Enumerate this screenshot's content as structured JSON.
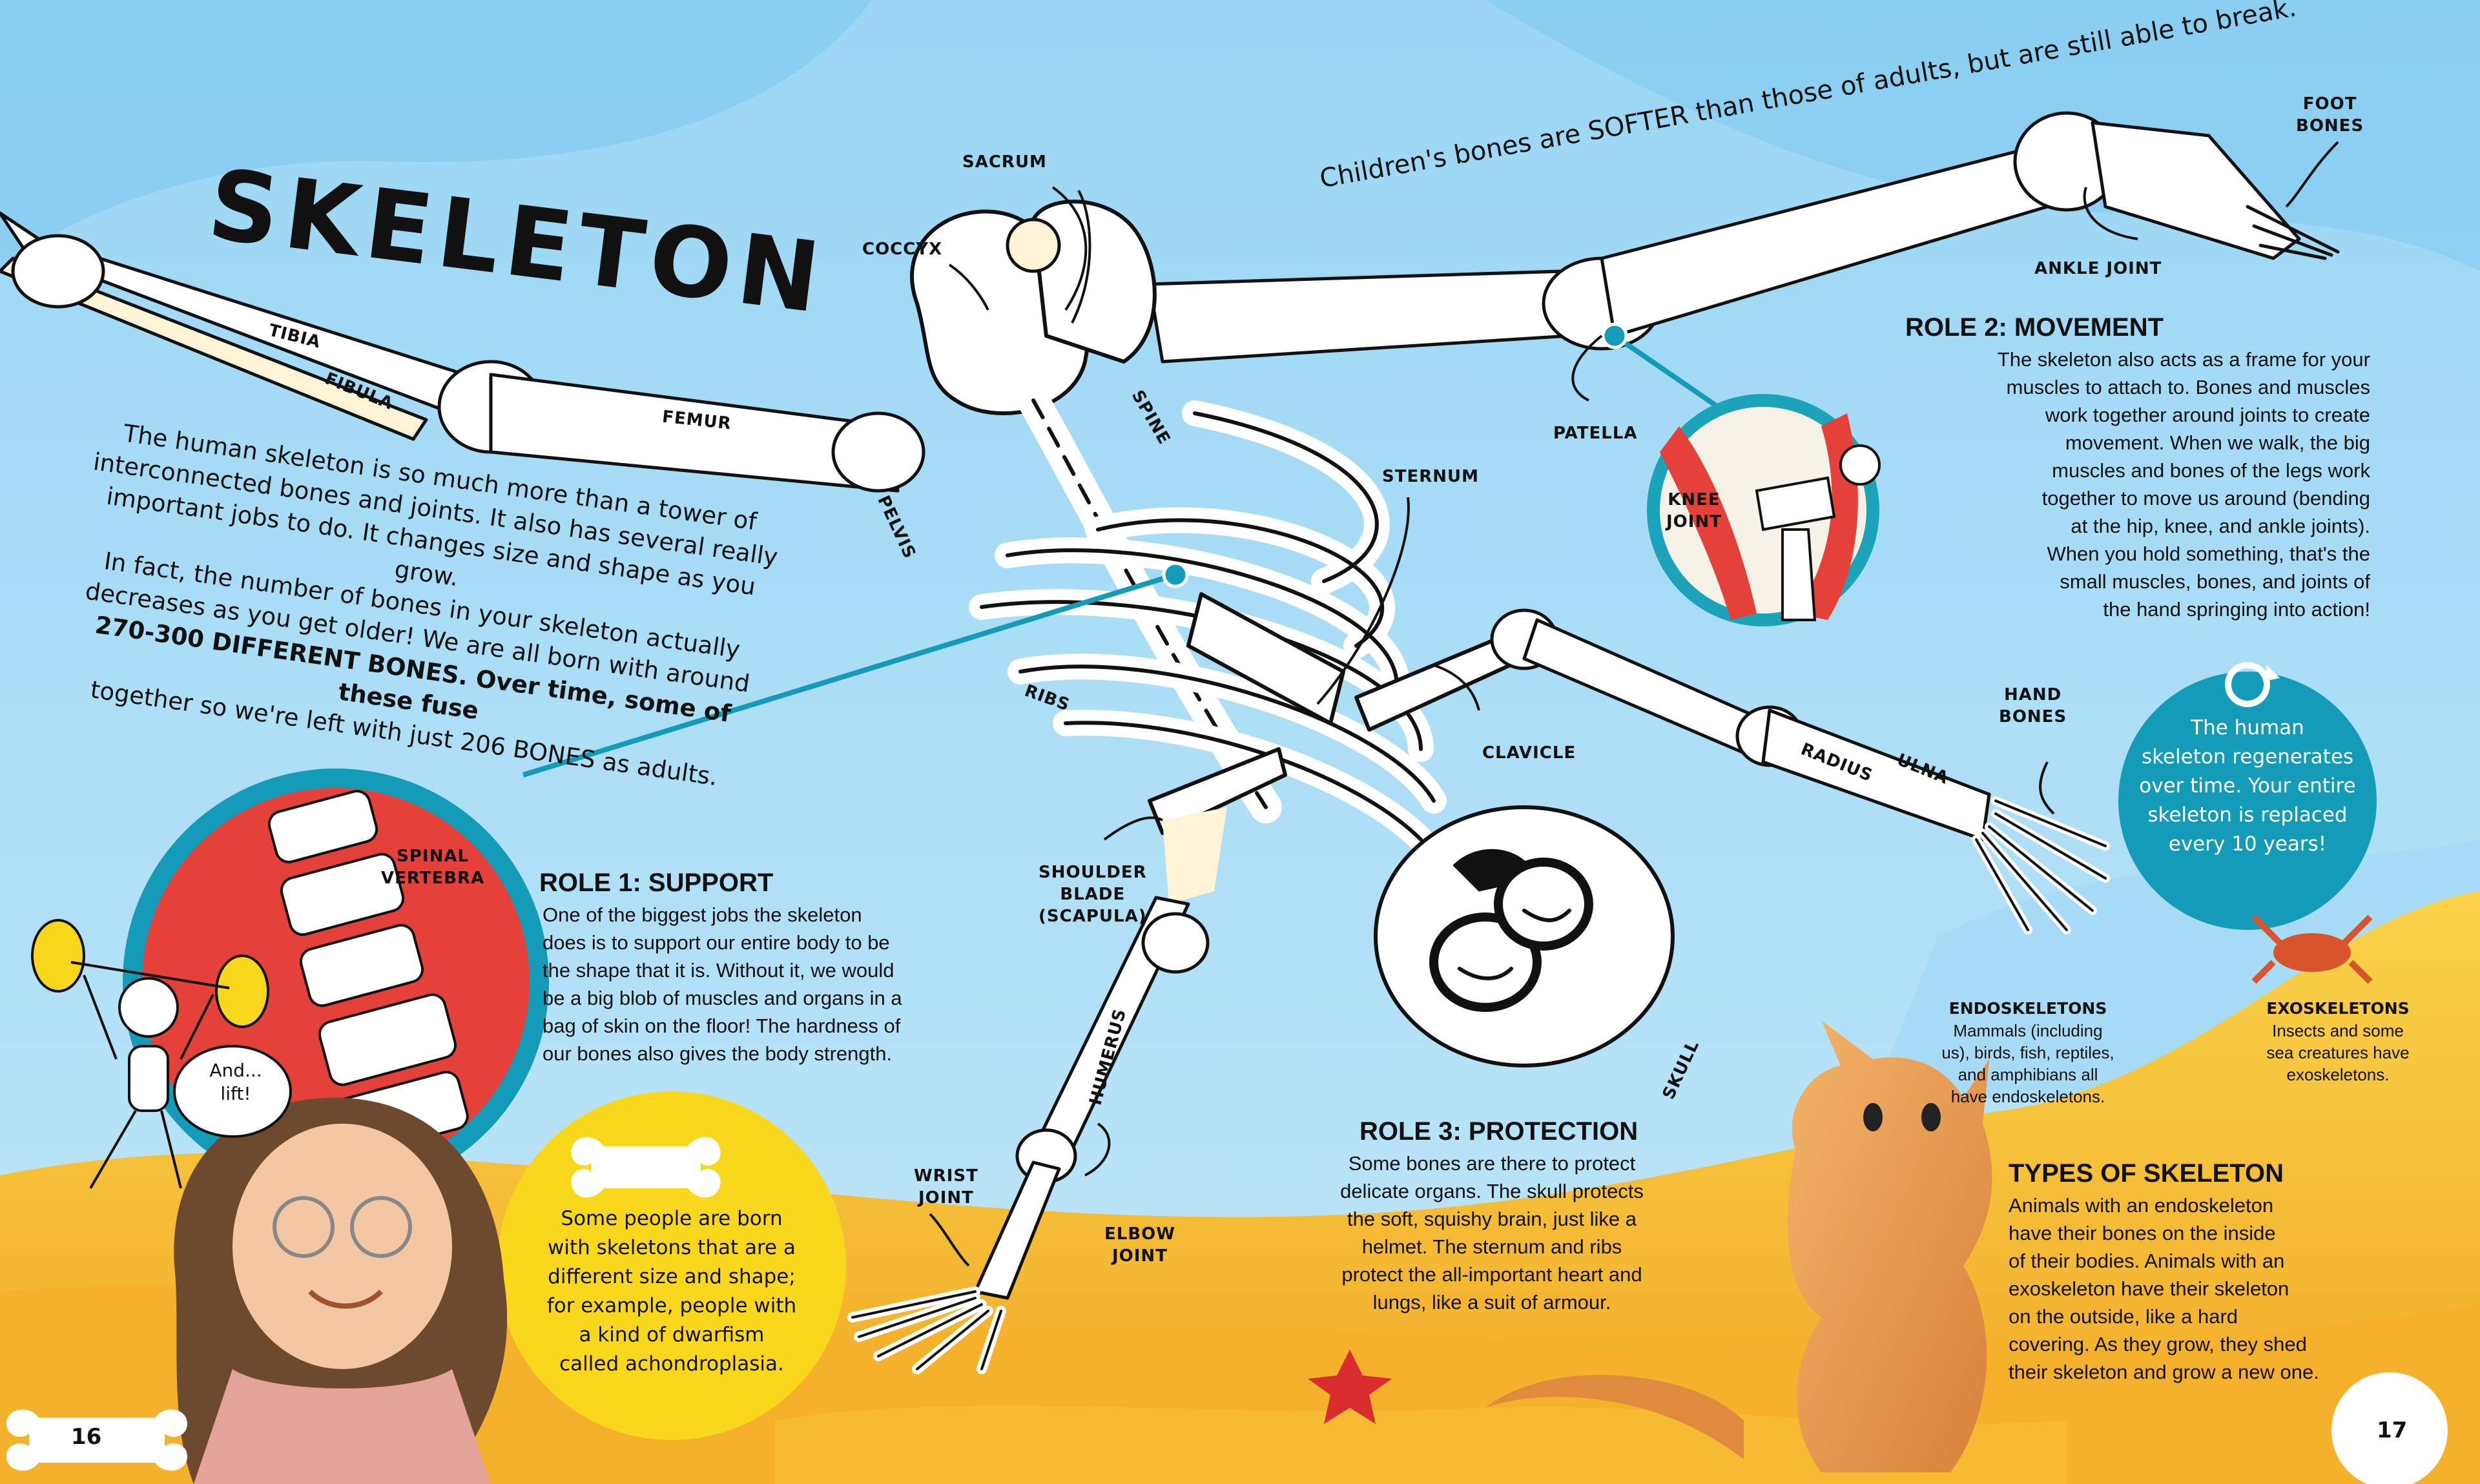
{
  "title": "SKELETON",
  "handwritten_note": "Children's bones are SOFTER than those of adults, but are still able to break.",
  "intro": {
    "lines": [
      "The human skeleton is so much more than a tower of",
      "interconnected bones and joints. It also has several really",
      "important jobs to do. It changes size and shape as you grow.",
      "In fact, the number of bones in your skeleton actually",
      "decreases as you get older! We are all born with around",
      "270-300 DIFFERENT BONES. Over time, some of these fuse",
      "together so we're left with just 206 BONES as adults."
    ]
  },
  "labels": {
    "sacrum": "SACRUM",
    "coccyx": "COCCYX",
    "tibia": "TIBIA",
    "fibula": "FIBULA",
    "femur": "FEMUR",
    "pelvis": "PELVIS",
    "spine": "SPINE",
    "sternum": "STERNUM",
    "ribs": "RIBS",
    "clavicle": "CLAVICLE",
    "shoulder_blade": [
      "SHOULDER",
      "BLADE",
      "(SCAPULA)"
    ],
    "humerus": "HUMERUS",
    "wrist_joint": [
      "WRIST",
      "JOINT"
    ],
    "elbow_joint": [
      "ELBOW",
      "JOINT"
    ],
    "skull": "SKULL",
    "radius": "RADIUS",
    "ulna": "ULNA",
    "hand_bones": [
      "HAND",
      "BONES"
    ],
    "patella": "PATELLA",
    "ankle_joint": "ANKLE JOINT",
    "foot_bones": [
      "FOOT",
      "BONES"
    ],
    "knee_joint": [
      "KNEE",
      "JOINT"
    ],
    "spinal_vertebra": [
      "SPINAL",
      "VERTEBRA"
    ]
  },
  "role1": {
    "heading": "ROLE 1: SUPPORT",
    "lines": [
      "One of the biggest jobs the skeleton",
      "does is to support our entire body to be",
      "the shape that it is. Without it, we would",
      "be a big blob of muscles and organs in a",
      "bag of skin on the floor! The hardness of",
      "our bones also gives the body strength."
    ]
  },
  "role2": {
    "heading": "ROLE 2: MOVEMENT",
    "lines": [
      "The skeleton also acts as a frame for your",
      "muscles to attach to. Bones and muscles",
      "work together around joints to create",
      "movement. When we walk, the big",
      "muscles and bones of the legs work",
      "together to move us around (bending",
      "at the hip, knee, and ankle joints).",
      "When you hold something, that's the",
      "small muscles, bones, and joints of",
      "the hand springing into action!"
    ]
  },
  "role3": {
    "heading": "ROLE 3: PROTECTION",
    "lines": [
      "Some bones are there to protect",
      "delicate organs. The skull protects",
      "the soft, squishy brain, just like a",
      "helmet. The sternum and ribs",
      "protect the all-important heart and",
      "lungs, like a suit of armour."
    ]
  },
  "regenerates": {
    "lines": [
      "The human",
      "skeleton regenerates",
      "over time. Your entire",
      "skeleton is replaced",
      "every 10 years!"
    ]
  },
  "bone_fact": {
    "lines": [
      "Some people are born",
      "with skeletons that are a",
      "different size and shape;",
      "for example, people with",
      "a kind of dwarfism",
      "called achondroplasia."
    ]
  },
  "speech": {
    "lines": [
      "And...",
      "lift!"
    ]
  },
  "endoskeletons": {
    "heading": "ENDOSKELETONS",
    "lines": [
      "Mammals (including",
      "us), birds, fish, reptiles,",
      "and amphibians all",
      "have endoskeletons."
    ]
  },
  "exoskeletons": {
    "heading": "EXOSKELETONS",
    "lines": [
      "Insects and some",
      "sea creatures have",
      "exoskeletons."
    ]
  },
  "types": {
    "heading": "TYPES OF SKELETON",
    "lines": [
      "Animals with an endoskeleton",
      "have their bones on the inside",
      "of their bodies. Animals with an",
      "exoskeleton have their skeleton",
      "on the outside, like a hard",
      "covering. As they grow, they shed",
      "their skeleton and grow a new one."
    ]
  },
  "page_numbers": {
    "left": "16",
    "right": "17"
  },
  "colors": {
    "sky": "#8fd0f2",
    "sand": "#f6c42f",
    "teal": "#149bb8",
    "red_circle": "#e4413a",
    "yellow_circle": "#f9d71c",
    "bone": "#ffffff",
    "bone_shadow": "#f7e7b5"
  }
}
